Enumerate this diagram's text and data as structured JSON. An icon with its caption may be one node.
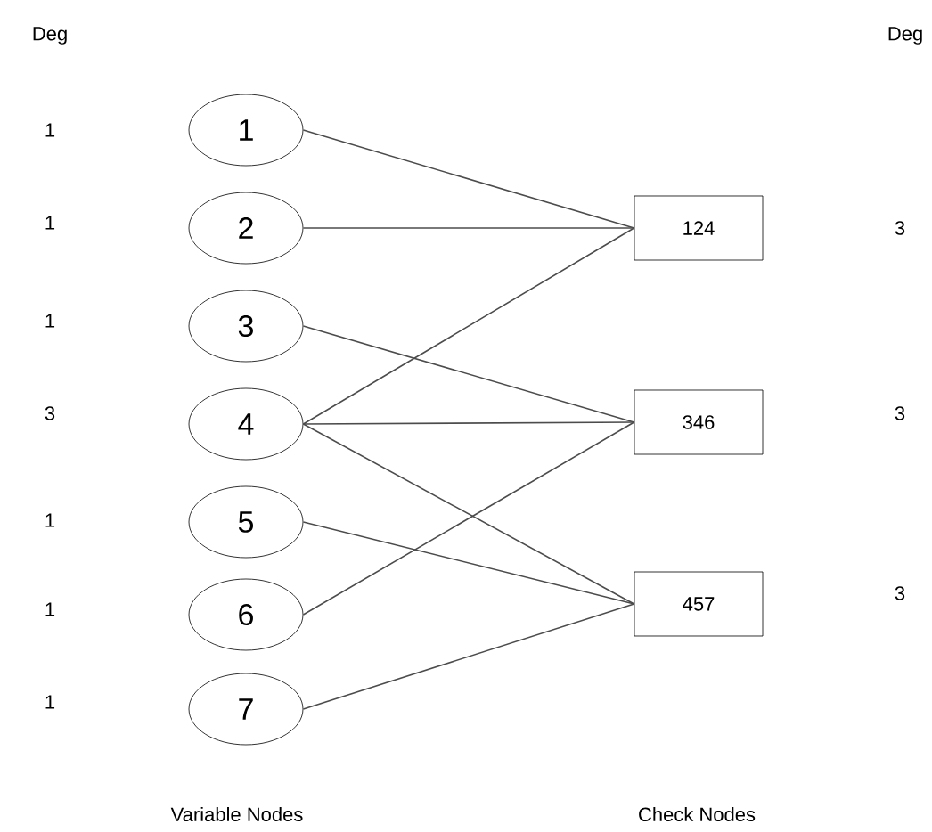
{
  "diagram": {
    "nodes": [
      {
        "text": [
          "1"
        ]
      },
      {
        "text": [
          "2"
        ]
      },
      {
        "text": [
          "3"
        ]
      },
      {
        "text": [
          "4"
        ]
      },
      {
        "text": [
          "5"
        ]
      },
      {
        "text": [
          "6"
        ]
      },
      {
        "text": [
          "7"
        ]
      },
      {
        "text": [
          "124"
        ]
      },
      {
        "text": [
          "346"
        ]
      },
      {
        "text": [
          "457"
        ]
      }
    ],
    "edges": [
      {
        "from": 0,
        "to": 7,
        "arrow": "none"
      },
      {
        "from": 1,
        "to": 7,
        "arrow": "none"
      },
      {
        "from": 3,
        "to": 7,
        "arrow": "none"
      },
      {
        "from": 2,
        "to": 8,
        "arrow": "none"
      },
      {
        "from": 3,
        "to": 8,
        "arrow": "none"
      },
      {
        "from": 5,
        "to": 8,
        "arrow": "none"
      },
      {
        "from": 3,
        "to": 9,
        "arrow": "none"
      },
      {
        "from": 4,
        "to": 9,
        "arrow": "none"
      },
      {
        "from": 6,
        "to": 9,
        "arrow": "none"
      }
    ],
    "labels": [
      "Deg",
      "Deg",
      "1",
      "1",
      "3",
      "1",
      "3",
      "3",
      "1",
      "1",
      "3",
      "1",
      "Variable Nodes",
      "Check Nodes"
    ]
  }
}
